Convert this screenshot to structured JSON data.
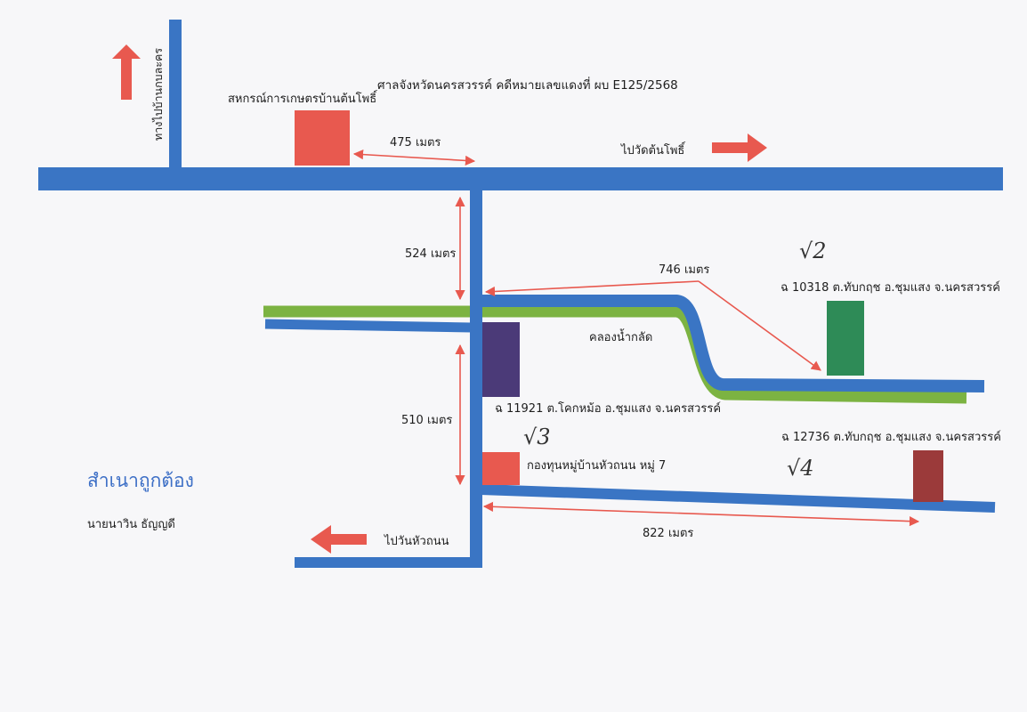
{
  "case_header": "ศาลจังหวัดนครสวรรค์  คดีหมายเลขแดงที่ ผบ E125/2568",
  "places": {
    "coop": "สหกรณ์การเกษตรบ้านต้นโพธิ์",
    "fund": "กองทุนหมู่บ้านหัวถนน  หมู่ 7",
    "canal": "คลองน้ำกลัด"
  },
  "roads": {
    "to_khaoban": "ทางไปบ้านกบละคร",
    "to_wat_tonpho": "ไปวัดต้นโพธิ์",
    "to_wan_huathanon": "ไปวันหัวถนน"
  },
  "parcels": {
    "p1": "ฉ 11921  ต.โคกหม้อ  อ.ชุมแสง  จ.นครสวรรค์",
    "p2": "ฉ 10318  ต.ทับกฤช  อ.ชุมแสง  จ.นครสวรรค์",
    "p4": "ฉ 12736  ต.ทับกฤช  อ.ชุมแสง  จ.นครสวรรค์"
  },
  "distances": {
    "d475": "475  เมตร",
    "d524": "524  เมตร",
    "d746": "746  เมตร",
    "d510": "510  เมตร",
    "d822": "822  เมตร"
  },
  "handwritten": {
    "mark2": "√2",
    "mark3": "√3",
    "mark4": "√4"
  },
  "certification": {
    "title": "สำเนาถูกต้อง",
    "signer": "นายนาวิน  ธัญญดี"
  },
  "colors": {
    "road": "#3a75c4",
    "canal": "#7cb342",
    "arrow": "#e8594f",
    "coop_box": "#e8594f",
    "parcel1_box": "#4b3a78",
    "parcel2_box": "#2e8b57",
    "parcel4_box": "#9b3a3a",
    "certified_text": "#3d6fc6"
  }
}
